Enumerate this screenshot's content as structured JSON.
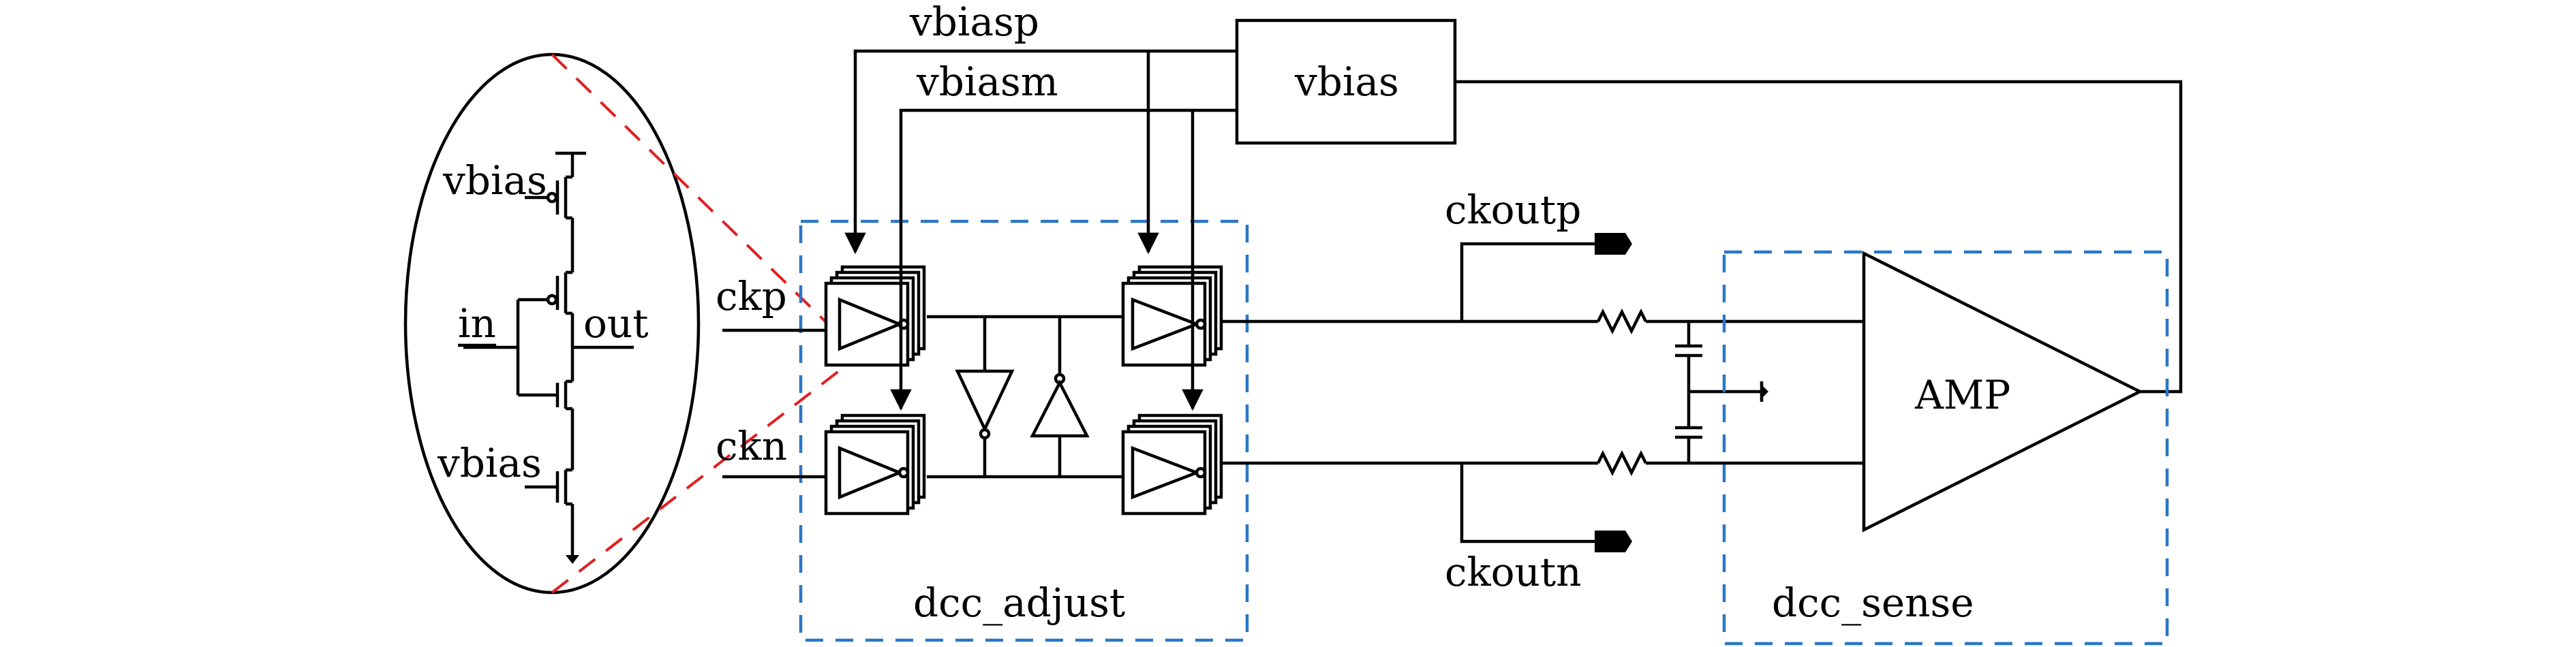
{
  "labels": {
    "vbias_block": "vbias",
    "vbiasp": "vbiasp",
    "vbiasm": "vbiasm",
    "ckp": "ckp",
    "ckn": "ckn",
    "ckoutp": "ckoutp",
    "ckoutn": "ckoutn",
    "amp": "AMP",
    "dcc_adjust": "dcc_adjust",
    "dcc_sense": "dcc_sense",
    "inset_vbias_top": "vbias",
    "inset_vbias_bottom": "vbias",
    "inset_in": "in",
    "inset_out": "out"
  },
  "colors": {
    "wire": "#000000",
    "block_outline": "#2a77c7",
    "zoom_lines": "#e02020"
  },
  "icons": [
    "pmos-transistor",
    "nmos-transistor",
    "inverter",
    "resistor",
    "capacitor",
    "ground",
    "output-port-arrow",
    "amplifier"
  ]
}
